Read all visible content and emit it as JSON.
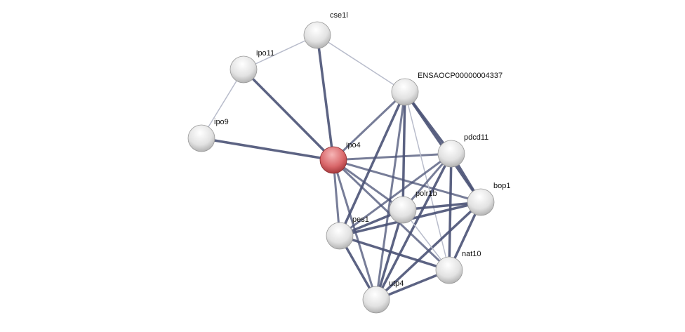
{
  "network": {
    "query_node": "ipo4",
    "colors": {
      "edge": "#4a5275",
      "edge_light": "#b8bccb",
      "query_node": "#d9676a",
      "node": "#e6e6e6"
    },
    "nodes": [
      {
        "id": "cse1l",
        "label": "cse1l"
      },
      {
        "id": "ipo11",
        "label": "ipo11"
      },
      {
        "id": "ipo9",
        "label": "ipo9"
      },
      {
        "id": "ensa",
        "label": "ENSAOCP00000004337"
      },
      {
        "id": "ipo4",
        "label": "ipo4"
      },
      {
        "id": "pdcd11",
        "label": "pdcd11"
      },
      {
        "id": "bop1",
        "label": "bop1"
      },
      {
        "id": "polr1b",
        "label": "polr1b"
      },
      {
        "id": "pes1",
        "label": "pes1"
      },
      {
        "id": "nat10",
        "label": "nat10"
      },
      {
        "id": "utp4",
        "label": "utp4"
      }
    ],
    "edges": [
      [
        "cse1l",
        "ipo11",
        "light"
      ],
      [
        "ipo11",
        "ipo9",
        "light"
      ],
      [
        "cse1l",
        "ensa",
        "light"
      ],
      [
        "cse1l",
        "ipo4",
        "strong"
      ],
      [
        "ipo11",
        "ipo4",
        "strong"
      ],
      [
        "ipo9",
        "ipo4",
        "strong"
      ],
      [
        "ipo4",
        "ensa",
        "medium"
      ],
      [
        "ipo4",
        "pdcd11",
        "medium"
      ],
      [
        "ipo4",
        "bop1",
        "medium"
      ],
      [
        "ipo4",
        "polr1b",
        "medium"
      ],
      [
        "ipo4",
        "pes1",
        "medium"
      ],
      [
        "ipo4",
        "nat10",
        "medium"
      ],
      [
        "ipo4",
        "utp4",
        "medium"
      ],
      [
        "ensa",
        "pdcd11",
        "strong"
      ],
      [
        "ensa",
        "bop1",
        "strong"
      ],
      [
        "ensa",
        "polr1b",
        "strong"
      ],
      [
        "ensa",
        "pes1",
        "strong"
      ],
      [
        "ensa",
        "utp4",
        "medium"
      ],
      [
        "ensa",
        "nat10",
        "light"
      ],
      [
        "pdcd11",
        "bop1",
        "strong"
      ],
      [
        "pdcd11",
        "polr1b",
        "medium"
      ],
      [
        "pdcd11",
        "pes1",
        "medium"
      ],
      [
        "pdcd11",
        "utp4",
        "strong"
      ],
      [
        "pdcd11",
        "nat10",
        "strong"
      ],
      [
        "bop1",
        "polr1b",
        "strong"
      ],
      [
        "bop1",
        "pes1",
        "strong"
      ],
      [
        "bop1",
        "utp4",
        "strong"
      ],
      [
        "bop1",
        "nat10",
        "strong"
      ],
      [
        "polr1b",
        "pes1",
        "strong"
      ],
      [
        "polr1b",
        "utp4",
        "strong"
      ],
      [
        "polr1b",
        "nat10",
        "light"
      ],
      [
        "pes1",
        "utp4",
        "strong"
      ],
      [
        "pes1",
        "nat10",
        "strong"
      ],
      [
        "nat10",
        "utp4",
        "strong"
      ]
    ]
  }
}
